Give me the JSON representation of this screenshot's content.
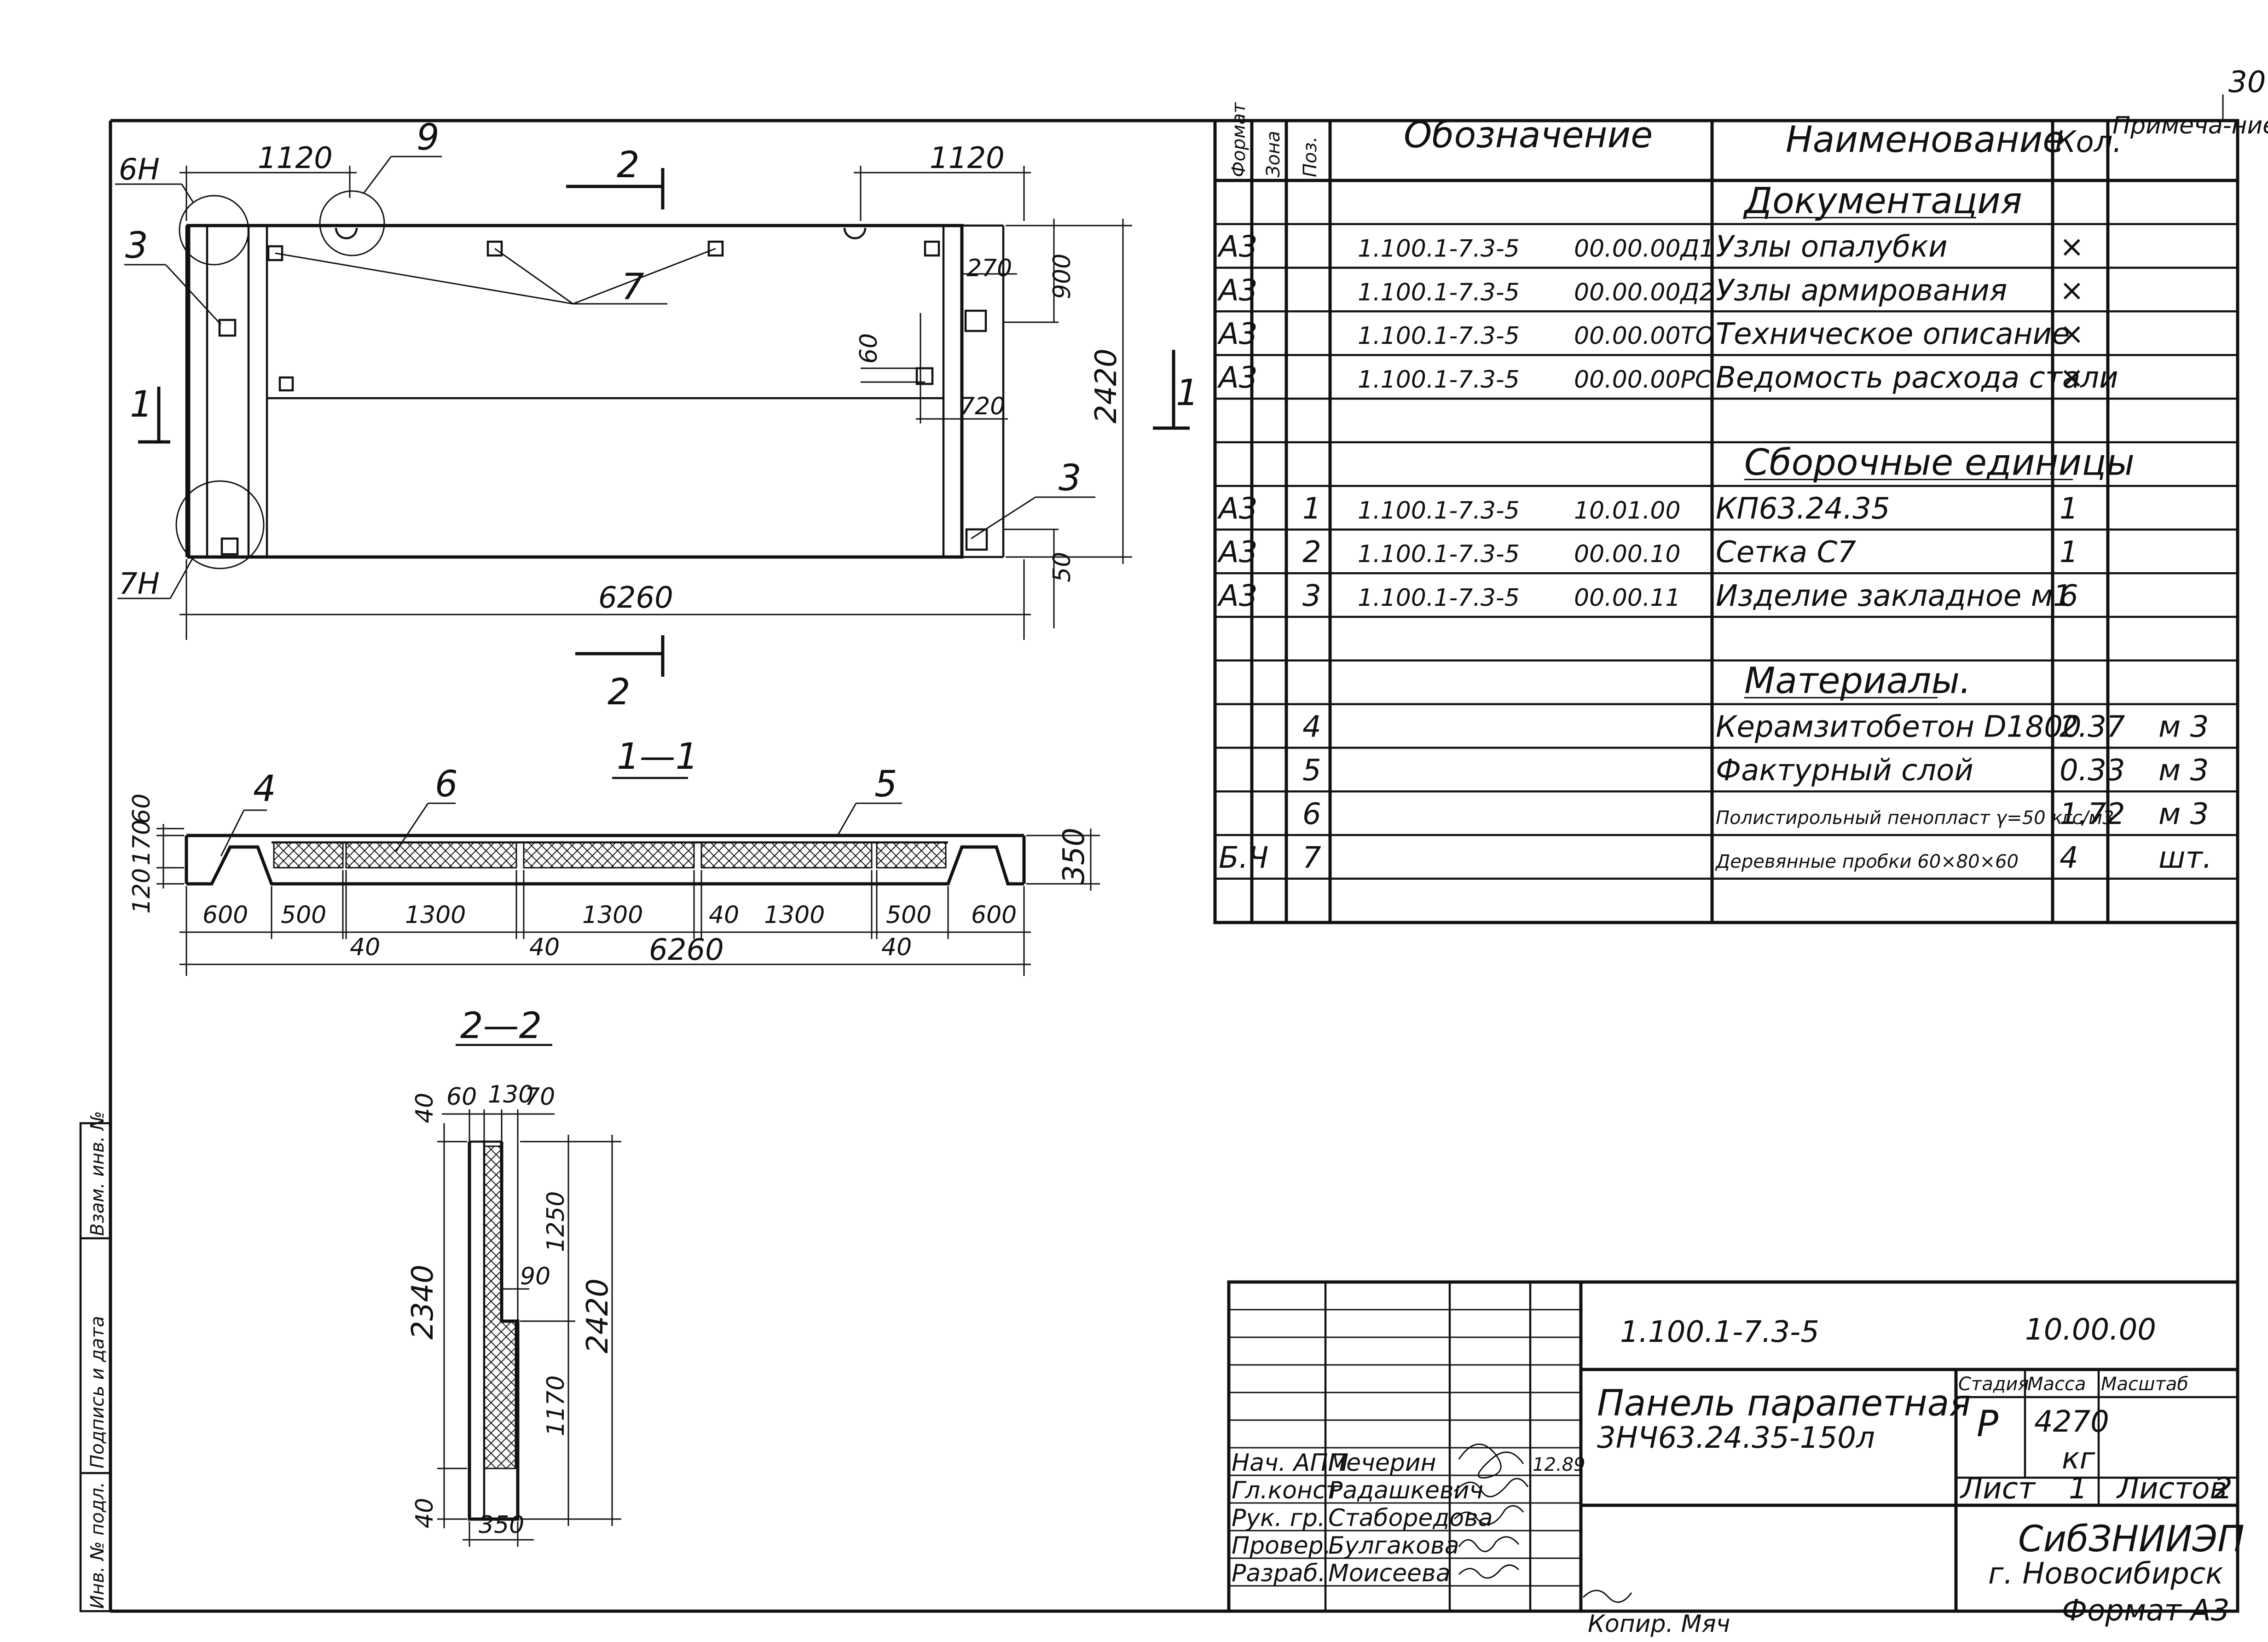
{
  "page": {
    "number": "30"
  },
  "plan": {
    "dims": {
      "d1120a": "1120",
      "d1120b": "1120",
      "d6260": "6260",
      "d2420": "2420",
      "d900": "900",
      "d270": "270",
      "d60": "60",
      "d720": "720",
      "d50": "50"
    },
    "callouts": {
      "c6h": "6Н",
      "c7h": "7Н",
      "c3a": "3",
      "c3b": "3",
      "c9": "9",
      "c7": "7"
    },
    "sections": {
      "s2top": "2",
      "s2bot": "2",
      "s1left": "1",
      "s1right": "1"
    }
  },
  "section11": {
    "title": "1—1",
    "callouts": {
      "c4": "4",
      "c6": "6",
      "c5": "5"
    },
    "dims": {
      "d600a": "600",
      "d500a": "500",
      "d1300a": "1300",
      "d1300b": "1300",
      "d40c": "40",
      "d1300c": "1300",
      "d500b": "500",
      "d600b": "600",
      "d40a": "40",
      "d40b": "40",
      "d6260": "6260",
      "d40d": "40",
      "h60": "60",
      "h170": "170",
      "h120": "120",
      "h350": "350"
    }
  },
  "section22": {
    "title": "2—2",
    "dims": {
      "d60": "60",
      "d130": "130",
      "d70": "70",
      "d40t": "40",
      "d2340": "2340",
      "d1250": "1250",
      "d90": "90",
      "d2420": "2420",
      "d1170": "1170",
      "d40b": "40",
      "d350": "350"
    }
  },
  "spec": {
    "headers": {
      "format": "Формат",
      "zone": "Зона",
      "pos": "Поз.",
      "designation": "Обозначение",
      "name": "Наименование",
      "qty": "Кол.",
      "note": "Примеча-ние."
    },
    "rows": [
      {
        "format": "",
        "pos": "",
        "code": "",
        "doc": "",
        "name": "Документация",
        "qty": "",
        "note": "",
        "heading": true
      },
      {
        "format": "А3",
        "pos": "",
        "code": "1.100.1-7.3-5",
        "doc": "00.00.00Д1",
        "name": "Узлы опалубки",
        "qty": "×",
        "note": ""
      },
      {
        "format": "А3",
        "pos": "",
        "code": "1.100.1-7.3-5",
        "doc": "00.00.00Д2",
        "name": "Узлы армирования",
        "qty": "×",
        "note": ""
      },
      {
        "format": "А3",
        "pos": "",
        "code": "1.100.1-7.3-5",
        "doc": "00.00.00ТО",
        "name": "Техническое описание",
        "qty": "×",
        "note": ""
      },
      {
        "format": "А3",
        "pos": "",
        "code": "1.100.1-7.3-5",
        "doc": "00.00.00РС",
        "name": "Ведомость расхода стали",
        "qty": "×",
        "note": ""
      },
      {
        "format": "",
        "pos": "",
        "code": "",
        "doc": "",
        "name": "",
        "qty": "",
        "note": ""
      },
      {
        "format": "",
        "pos": "",
        "code": "",
        "doc": "",
        "name": "Сборочные единицы",
        "qty": "",
        "note": "",
        "heading": true
      },
      {
        "format": "А3",
        "pos": "1",
        "code": "1.100.1-7.3-5",
        "doc": "10.01.00",
        "name": "КП63.24.35",
        "qty": "1",
        "note": ""
      },
      {
        "format": "А3",
        "pos": "2",
        "code": "1.100.1-7.3-5",
        "doc": "00.00.10",
        "name": "Сетка С7",
        "qty": "1",
        "note": ""
      },
      {
        "format": "А3",
        "pos": "3",
        "code": "1.100.1-7.3-5",
        "doc": "00.00.11",
        "name": "Изделие закладное м1",
        "qty": "6",
        "note": ""
      },
      {
        "format": "",
        "pos": "",
        "code": "",
        "doc": "",
        "name": "",
        "qty": "",
        "note": ""
      },
      {
        "format": "",
        "pos": "",
        "code": "",
        "doc": "",
        "name": "Материалы.",
        "qty": "",
        "note": "",
        "heading": true
      },
      {
        "format": "",
        "pos": "4",
        "code": "",
        "doc": "",
        "name": "Керамзитобетон D1800",
        "qty": "2.37",
        "note": "м 3"
      },
      {
        "format": "",
        "pos": "5",
        "code": "",
        "doc": "",
        "name": "Фактурный слой",
        "qty": "0.33",
        "note": "м 3"
      },
      {
        "format": "",
        "pos": "6",
        "code": "",
        "doc": "",
        "name": "Полистирольный пенопласт γ=50 кгс/м3",
        "qty": "1.72",
        "note": "м 3"
      },
      {
        "format": "Б.Ч",
        "pos": "7",
        "code": "",
        "doc": "",
        "name": "Деревянные пробки 60×80×60",
        "qty": "4",
        "note": "шт."
      },
      {
        "format": "",
        "pos": "",
        "code": "",
        "doc": "",
        "name": "",
        "qty": "",
        "note": ""
      }
    ]
  },
  "titleblock": {
    "code": "1.100.1-7.3-5",
    "doc": "10.00.00",
    "title1": "Панель парапетная",
    "title2": "3НЧ63.24.35-150л",
    "stage_label": "Стадия",
    "mass_label": "Масса",
    "scale_label": "Масштаб",
    "stage": "Р",
    "mass": "4270",
    "mass_unit": "кг",
    "sheet_label": "Лист",
    "sheet": "1",
    "sheets_label": "Листов",
    "sheets": "2",
    "org1": "СибЗНИИЭП",
    "org2": "г. Новосибирск",
    "roles": [
      {
        "role": "Нач. АПМ",
        "name": "Печерин",
        "date": "12.89"
      },
      {
        "role": "Гл.конст",
        "name": "Радашкевич",
        "date": ""
      },
      {
        "role": "Рук. гр.",
        "name": "Стаборедова",
        "date": ""
      },
      {
        "role": "Провер.",
        "name": "Булгакова",
        "date": ""
      },
      {
        "role": "Разраб.",
        "name": "Моисеева",
        "date": ""
      }
    ],
    "copied": "Копир. Мяч",
    "format": "Формат А3"
  },
  "sidebar": {
    "inv_orig": "Инв. № подл.",
    "sign_date": "Подпись и дата",
    "vzam": "Взам. инв. №"
  }
}
